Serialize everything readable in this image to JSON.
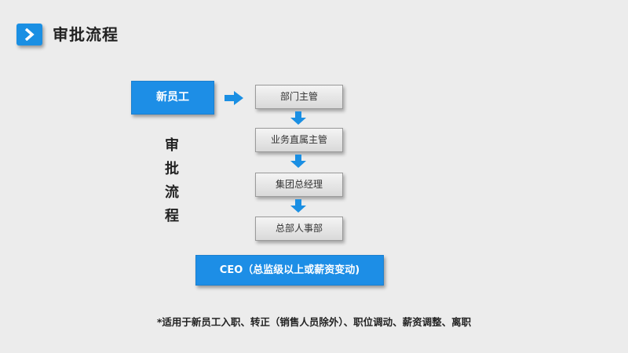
{
  "title": "审批流程",
  "new_employee": "新员工",
  "steps": [
    "部门主管",
    "业务直属主管",
    "集团总经理",
    "总部人事部"
  ],
  "side_label": [
    "审",
    "批",
    "流",
    "程"
  ],
  "ceo": "CEO（总监级以上或薪资变动)",
  "footnote": "*适用于新员工入职、转正（销售人员除外）、职位调动、薪资调整、离职",
  "colors": {
    "accent": "#1d8ee6",
    "arrow": "#1a8fe3"
  },
  "icons": {
    "title_icon": "chevron-right-icon",
    "flow_arrow": "arrow-right-icon",
    "step_arrow": "arrow-down-icon"
  }
}
